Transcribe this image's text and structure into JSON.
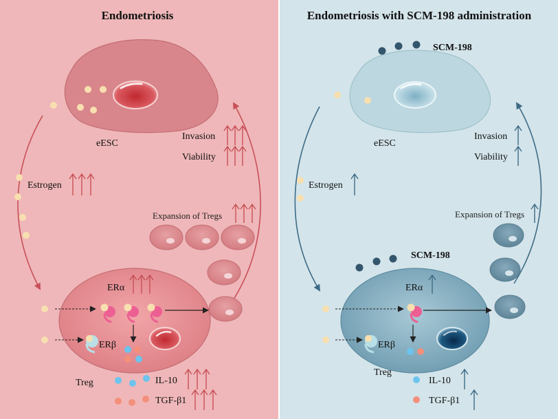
{
  "left": {
    "title": "Endometriosis",
    "cell_label": "eESC",
    "estrogen_label": "Estrogen",
    "invasion_label": "Invasion",
    "viability_label": "Viability",
    "expansion_label": "Expansion of Tregs",
    "er_alpha": "ERα",
    "er_beta": "ERβ",
    "treg_label": "Treg",
    "il10_label": "IL-10",
    "tgf_label": "TGF-β1",
    "colors": {
      "panel": "#efb7b9",
      "cell": "#d8868b",
      "nucleus": "#c9363d",
      "arrow": "#c85057"
    }
  },
  "right": {
    "title": "Endometriosis with SCM-198 administration",
    "drug_label_top": "SCM-198",
    "drug_label_mid": "SCM-198",
    "cell_label": "eESC",
    "estrogen_label": "Estrogen",
    "invasion_label": "Invasion",
    "viability_label": "Viability",
    "expansion_label": "Expansion of Tregs",
    "er_alpha": "ERα",
    "er_beta": "ERβ",
    "treg_label": "Treg",
    "il10_label": "IL-10",
    "tgf_label": "TGF-β1",
    "colors": {
      "panel": "#d3e4ea",
      "cell": "#bcd7df",
      "treg": "#7ea8ba",
      "nucleus": "#0e3a5e",
      "arrow": "#3d6b86",
      "drug": "#33566d"
    }
  },
  "molecule_colors": {
    "estrogen": "#f8dfb0",
    "il10": "#6cc4ee",
    "tgf": "#f48f7a",
    "receptor": "#ec5f93"
  }
}
